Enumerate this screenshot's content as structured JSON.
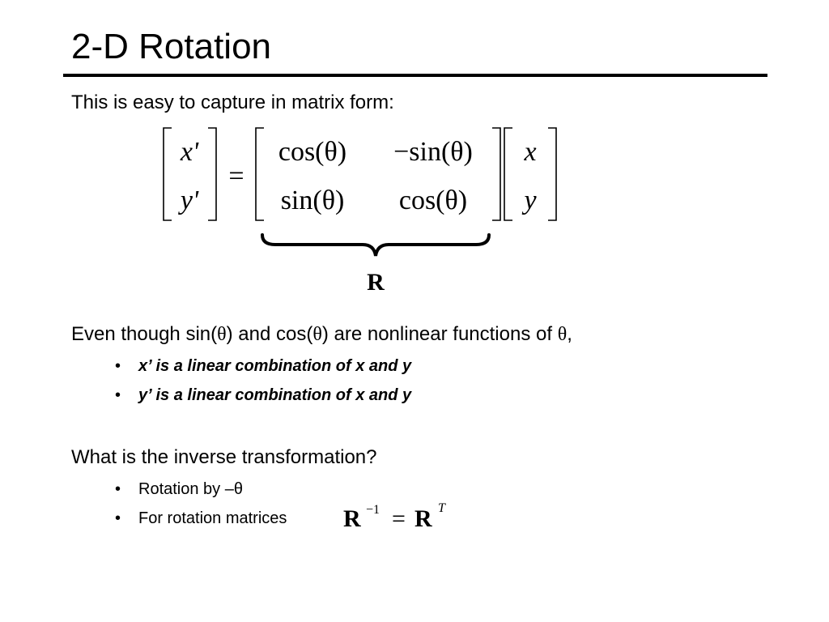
{
  "slide": {
    "title": "2-D Rotation",
    "intro": "This is easy to capture in matrix form:",
    "matrix": {
      "lhs": [
        "x'",
        "y'"
      ],
      "equals": "=",
      "r11": "cos(θ)",
      "r12": "−sin(θ)",
      "r21": "sin(θ)",
      "r22": "cos(θ)",
      "rhs": [
        "x",
        "y"
      ],
      "under_label": "R"
    },
    "nonlinear_prefix": "Even though sin(",
    "nonlinear_mid": ") and cos(",
    "nonlinear_suffix": ") are nonlinear functions of ",
    "theta": "θ",
    "comma": ",",
    "bullets_1": [
      "x’ is a linear combination of x and y",
      "y’ is a linear combination of x and y"
    ],
    "question": "What is the inverse transformation?",
    "bullets_2": [
      "Rotation by –θ",
      "For rotation matrices"
    ],
    "bullet_symbol": "•",
    "inverse_eq": {
      "lhs": "R",
      "lhs_sup": "−1",
      "equals": "=",
      "rhs": "R",
      "rhs_sup": "T"
    }
  }
}
